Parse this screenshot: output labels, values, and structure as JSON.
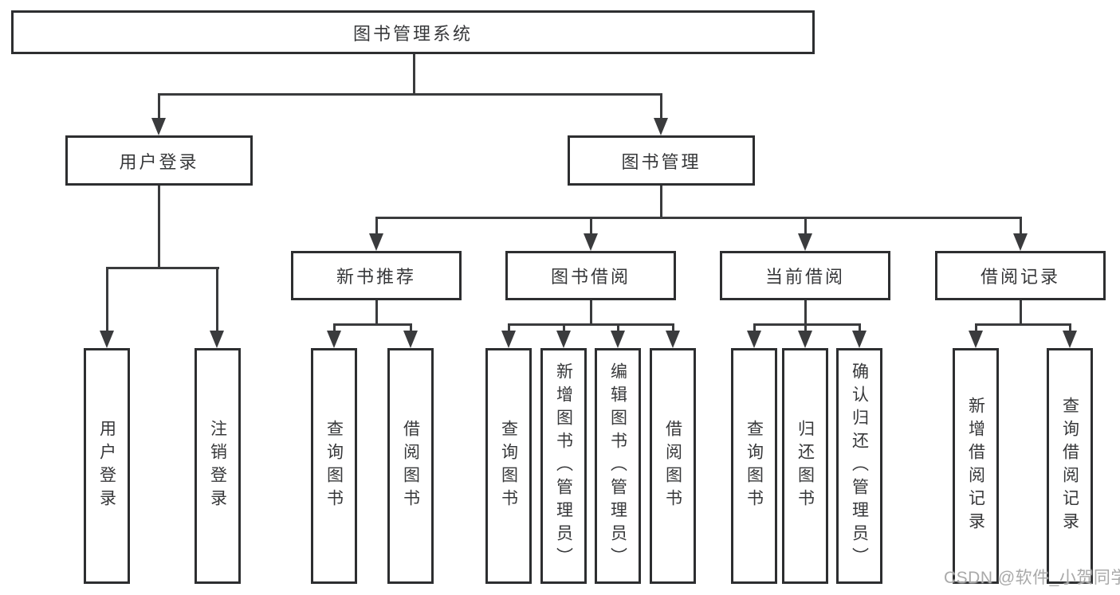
{
  "diagram_type": "functional-structure-tree",
  "colors": {
    "background": "#ffffff",
    "line": "#3a3b3d",
    "box_border": "#2d2e30",
    "text": "#37383a",
    "watermark": "#a9a9a9"
  },
  "tree": {
    "root": {
      "label": "图书管理系统"
    },
    "branches": [
      {
        "label": "用户登录",
        "children": [
          "用户登录",
          "注销登录"
        ]
      },
      {
        "label": "图书管理",
        "groups": [
          {
            "label": "新书推荐",
            "children": [
              "查询图书",
              "借阅图书"
            ]
          },
          {
            "label": "图书借阅",
            "children": [
              "查询图书",
              "新增图书（管理员）",
              "编辑图书（管理员）",
              "借阅图书"
            ]
          },
          {
            "label": "当前借阅",
            "children": [
              "查询图书",
              "归还图书",
              "确认归还（管理员）"
            ]
          },
          {
            "label": "借阅记录",
            "children": [
              "新增借阅记录",
              "查询借阅记录"
            ]
          }
        ]
      }
    ]
  },
  "watermark": "CSDN @软件_小贺同学"
}
